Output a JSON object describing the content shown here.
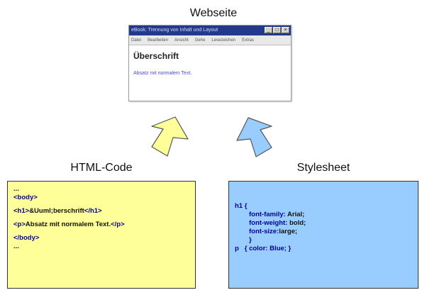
{
  "labels": {
    "webpage": "Webseite",
    "html_code": "HTML-Code",
    "stylesheet": "Stylesheet"
  },
  "browser": {
    "title": "eBook: Trennung von Inhalt und Layout",
    "menu": [
      "Datei",
      "Bearbeiten",
      "Ansicht",
      "Gehe",
      "Lesezeichen",
      "Extras"
    ],
    "heading": "Überschrift",
    "paragraph": "Absatz mit normalem Text."
  },
  "html_code": {
    "line1": "...",
    "line2": "<body>",
    "line3_open": "<h1>",
    "line3_text": "&Uuml;berschrift",
    "line3_close": "</h1>",
    "line4_open": "<p>",
    "line4_text": "Absatz mit normalem Text.",
    "line4_close": "</p>",
    "line5": "</body>",
    "line6": "..."
  },
  "stylesheet_code": {
    "l1": "h1 {",
    "l2_prop": "font-family:",
    "l2_val": " Arial;",
    "l3_prop": "font-weight:",
    "l3_val": " bold;",
    "l4_prop": "font-size:",
    "l4_val": "large;",
    "l5": "}",
    "l6_sel": "p",
    "l6_rule": "   { color: Blue; }"
  },
  "colors": {
    "html_box": "#ffff99",
    "css_box": "#99ccff",
    "arrow_left": "#ffff99",
    "arrow_right": "#99ccff",
    "tag_color": "#000099",
    "browser_title_bar": "#233a8c"
  }
}
